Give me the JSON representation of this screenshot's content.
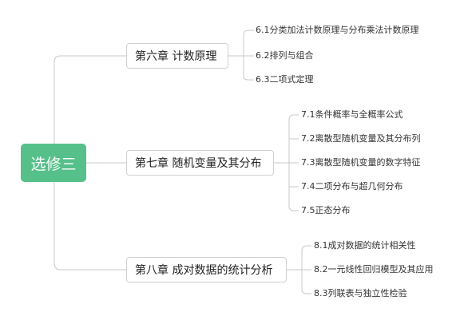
{
  "root": {
    "label": "选修三"
  },
  "chapters": [
    {
      "label": "第六章 计数原理",
      "topics": [
        "6.1分类加法计数原理与分布乘法计数原理",
        "6.2排列与组合",
        "6.3二项式定理"
      ]
    },
    {
      "label": "第七章 随机变量及其分布",
      "topics": [
        "7.1条件概率与全概率公式",
        "7.2离散型随机变量及其分布列",
        "7.3离散型随机变量的数字特征",
        "7.4二项分布与超几何分布",
        "7.5正态分布"
      ]
    },
    {
      "label": "第八章 成对数据的统计分析",
      "topics": [
        "8.1成对数据的统计相关性",
        "8.2一元线性回归模型及其应用",
        "8.3列联表与独立性检验"
      ]
    }
  ],
  "colors": {
    "root_bg": "#55c08a",
    "line": "#c8c8c8",
    "border": "#d0d0d0"
  }
}
